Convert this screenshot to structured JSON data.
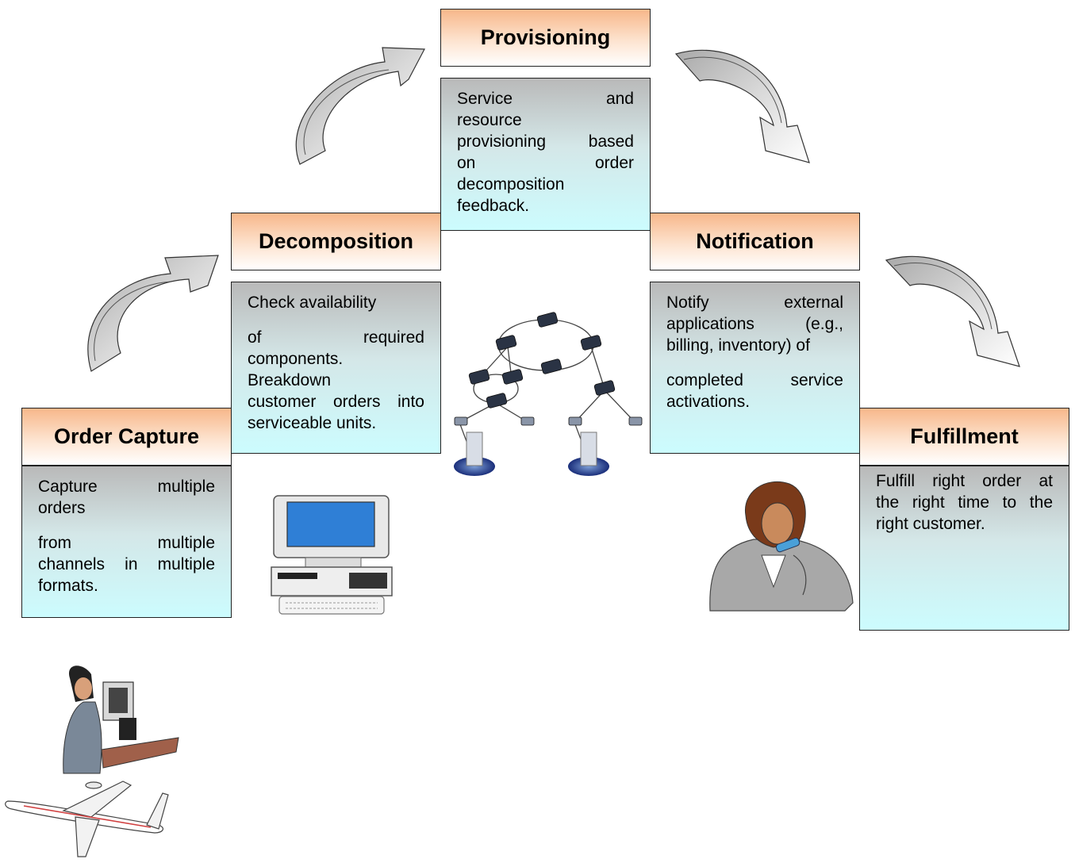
{
  "diagram": {
    "provisioning": {
      "title": "Provisioning",
      "lines": [
        "Service and",
        "resource",
        "provisioning based",
        "on order",
        "decomposition",
        "feedback."
      ]
    },
    "decomposition": {
      "title": "Decomposition",
      "para1": "Check availability",
      "para2_lines": [
        "of required",
        "components.",
        "Breakdown",
        "customer orders into",
        "serviceable units."
      ]
    },
    "notification": {
      "title": "Notification",
      "para1_lines": [
        "Notify external",
        "applications (e.g.,",
        "billing, inventory) of"
      ],
      "para2_lines": [
        "completed service",
        "activations."
      ]
    },
    "order_capture": {
      "title": "Order Capture",
      "para1_lines": [
        "Capture multiple",
        "orders"
      ],
      "para2_lines": [
        "from multiple",
        "channels in multiple",
        "formats."
      ]
    },
    "fulfillment": {
      "title": "Fulfillment",
      "lines": [
        "Fulfill right order at",
        "the right time to the",
        "right customer."
      ]
    }
  },
  "colors": {
    "title_gradient_top": "#f7b78a",
    "desc_gradient_top": "#b9b9b9",
    "desc_gradient_bottom": "#ccfcfe",
    "arrow_fill": "#c8c8c8"
  },
  "illustrations": [
    "network-topology-icon",
    "computer-icon",
    "phone-woman-icon",
    "woman-at-computer-icon",
    "airplane-icon"
  ]
}
